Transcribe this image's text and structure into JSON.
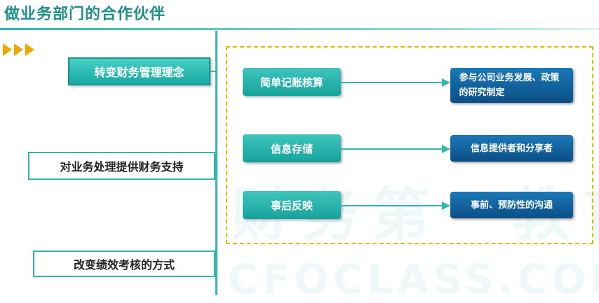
{
  "title": "做业务部门的合作伙伴",
  "left_items": [
    {
      "label": "转变财务管理理念"
    },
    {
      "label": "对业务处理提供财务支持"
    },
    {
      "label": "改变绩效考核的方式"
    }
  ],
  "rows": [
    {
      "label": "简单记账核算",
      "target": "参与公司业务发展、政策的研究制定"
    },
    {
      "label": "信息存储",
      "target": "信息提供者和分享者"
    },
    {
      "label": "事后反映",
      "target": "事前、预防性的沟通"
    }
  ],
  "watermark": {
    "cn": "财务第一教育",
    "en": "CFOCLASS.COM"
  },
  "colors": {
    "accent": "#2fb7b0",
    "dark_blue": "#0c4f86",
    "dash": "#e5b700",
    "chevron": "#f0a800"
  }
}
